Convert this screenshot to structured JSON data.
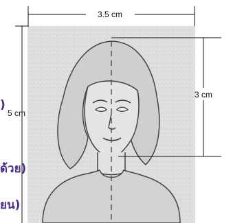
{
  "diagram": {
    "width_label": "3.5 cm",
    "face_height_label": "3 cm",
    "photo_height_label_partial": "5 cm",
    "left_text_fragment_1": ")",
    "left_text_fragment_2": "ด้วย)",
    "left_text_fragment_3": "ยน)",
    "colors": {
      "photo_background": "#dcdcdc",
      "line": "#111111",
      "text_fragment": "#4a2c8a",
      "guide_dash": "#555555"
    }
  }
}
